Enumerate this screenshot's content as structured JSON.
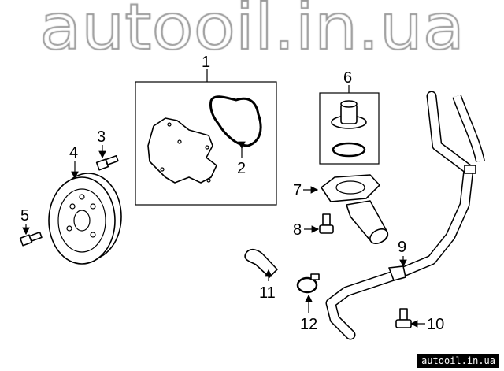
{
  "callouts": {
    "c1": "1",
    "c2": "2",
    "c3": "3",
    "c4": "4",
    "c5": "5",
    "c6": "6",
    "c7": "7",
    "c8": "8",
    "c9": "9",
    "c10": "10",
    "c11": "11",
    "c12": "12"
  },
  "watermark": "autooil.in.ua",
  "site_label": "autooil.in.ua"
}
